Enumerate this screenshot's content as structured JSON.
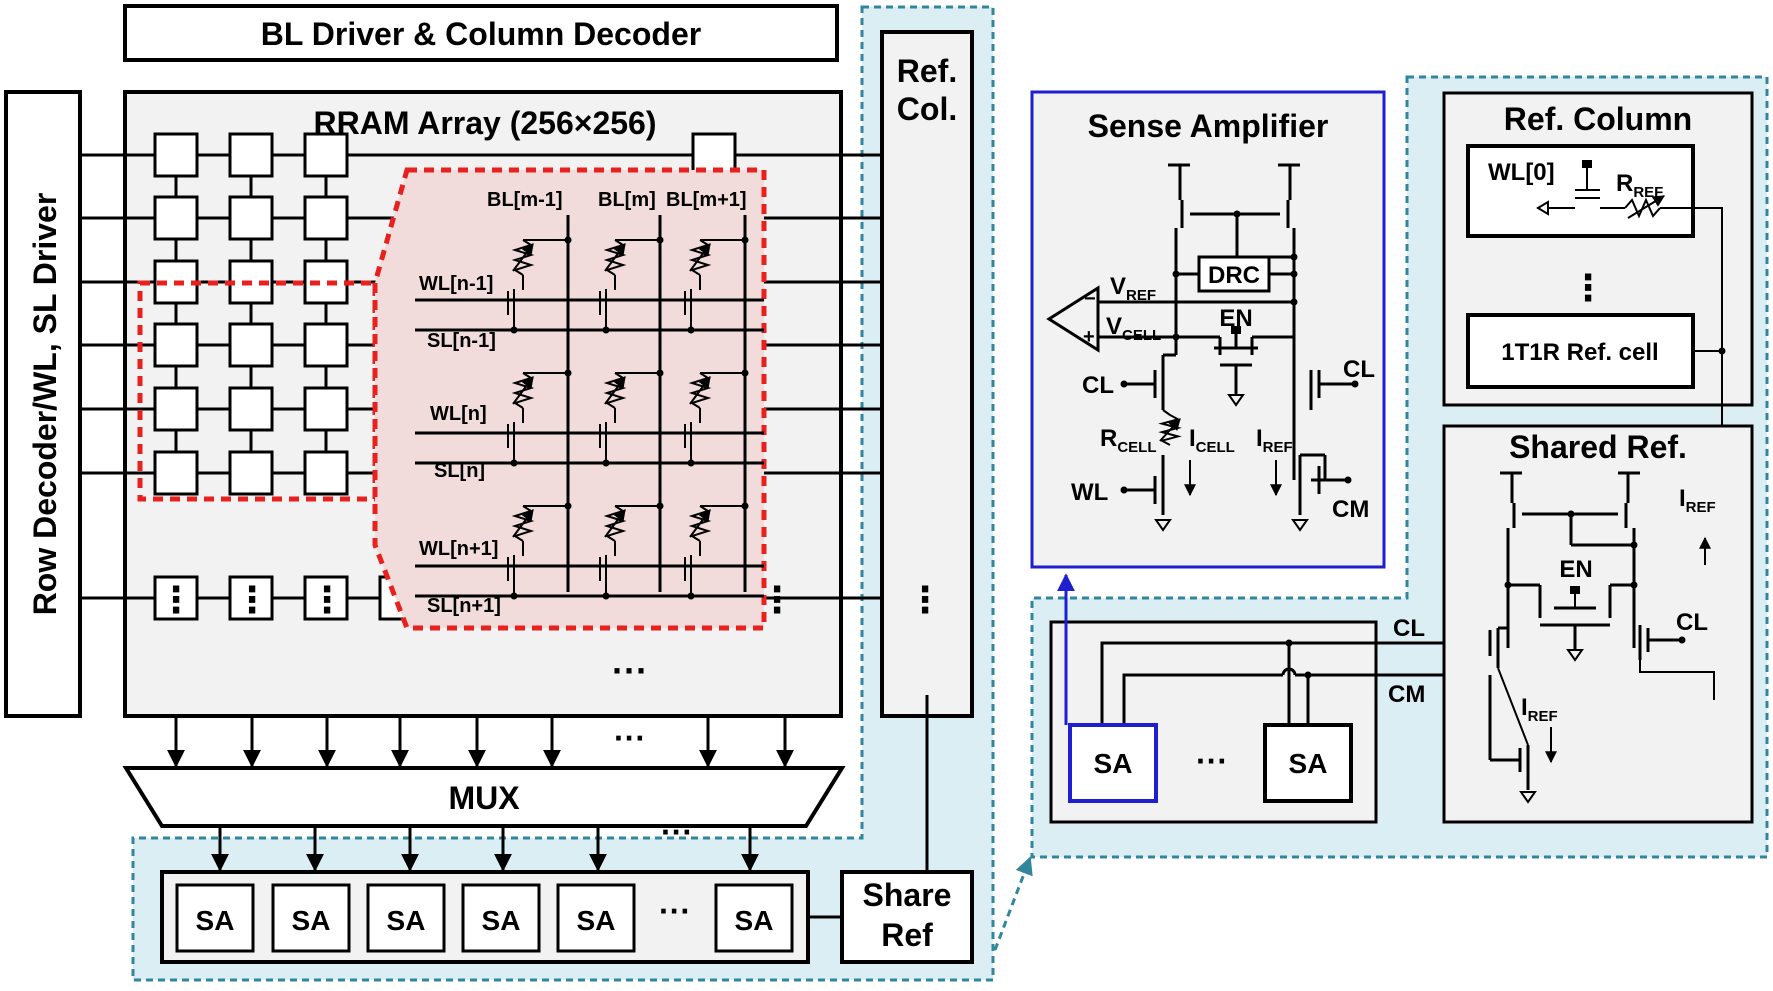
{
  "colors": {
    "panel_gray": "#f2f2f2",
    "panel_blue": "#dbeef3",
    "highlight": "#f2dcdb",
    "red_dash": "#e8211f",
    "teal_dash": "#31859c",
    "blue_border": "#1f1fd0"
  },
  "left": {
    "bl_driver": "BL Driver & Column Decoder",
    "row_decoder": "Row Decoder/WL, SL Driver",
    "array_title": "RRAM Array (256×256)",
    "ref_col_1": "Ref.",
    "ref_col_2": "Col.",
    "mux": "MUX",
    "share_ref_1": "Share",
    "share_ref_2": "Ref",
    "sa": "SA",
    "dots_h": "···",
    "dots_v": "⋮",
    "zoom": {
      "bl_m1": "BL[m-1]",
      "bl_m": "BL[m]",
      "bl_mp1": "BL[m+1]",
      "wl_n1": "WL[n-1]",
      "sl_n1": "SL[n-1]",
      "wl_n": "WL[n]",
      "sl_n": "SL[n]",
      "wl_np1": "WL[n+1]",
      "sl_np1": "SL[n+1]"
    }
  },
  "sense_amp": {
    "title": "Sense Amplifier",
    "drc": "DRC",
    "en": "EN",
    "v": "V",
    "vref_sub": "REF",
    "vcell_sub": "CELL",
    "minus": "−",
    "plus": "+",
    "cl": "CL",
    "cm": "CM",
    "wl": "WL",
    "r": "R",
    "i": "I",
    "cell_sub": "CELL",
    "ref_sub": "REF"
  },
  "ref_column": {
    "title": "Ref. Column",
    "wl0": "WL[0]",
    "r": "R",
    "rref_sub": "REF",
    "cell": "1T1R Ref. cell"
  },
  "shared_ref": {
    "title": "Shared Ref.",
    "en": "EN",
    "cl": "CL",
    "i": "I",
    "iref_sub": "REF"
  },
  "sa_group": {
    "sa": "SA",
    "dots": "···",
    "cl": "CL",
    "cm": "CM"
  }
}
